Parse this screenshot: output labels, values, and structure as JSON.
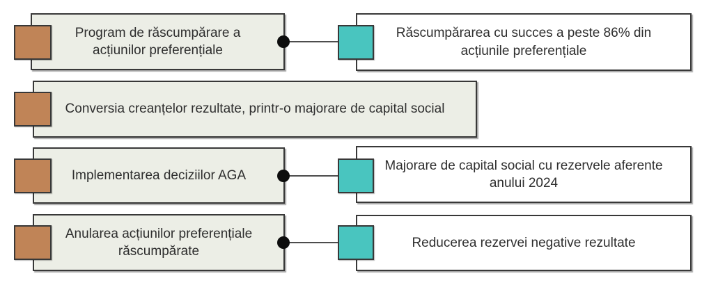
{
  "diagram": {
    "colors": {
      "background": "#ffffff",
      "brown": "#c08457",
      "teal": "#49c5bf",
      "box_fill_left": "#eceee6",
      "box_fill_right": "#ffffff",
      "border": "#383838",
      "connector": "#4d4d4d",
      "dot": "#0d0d0d",
      "text": "#2e2e2e"
    },
    "rows": [
      {
        "left": "Program de răscumpărare a\nacțiunilor preferențiale",
        "right": "Răscumpărarea cu succes a peste 86% din\nacțiunile preferențiale",
        "connected": true
      },
      {
        "left": "Conversia creanțelor rezultate, printr-o majorare de capital social",
        "right": null,
        "connected": false
      },
      {
        "left": "Implementarea deciziilor AGA",
        "right": "Majorare de capital social cu rezervele aferente\nanului 2024",
        "connected": true
      },
      {
        "left": "Anularea acțiunilor preferențiale\nrăscumpărate",
        "right": "Reducerea rezervei negative rezultate",
        "connected": true
      }
    ]
  }
}
